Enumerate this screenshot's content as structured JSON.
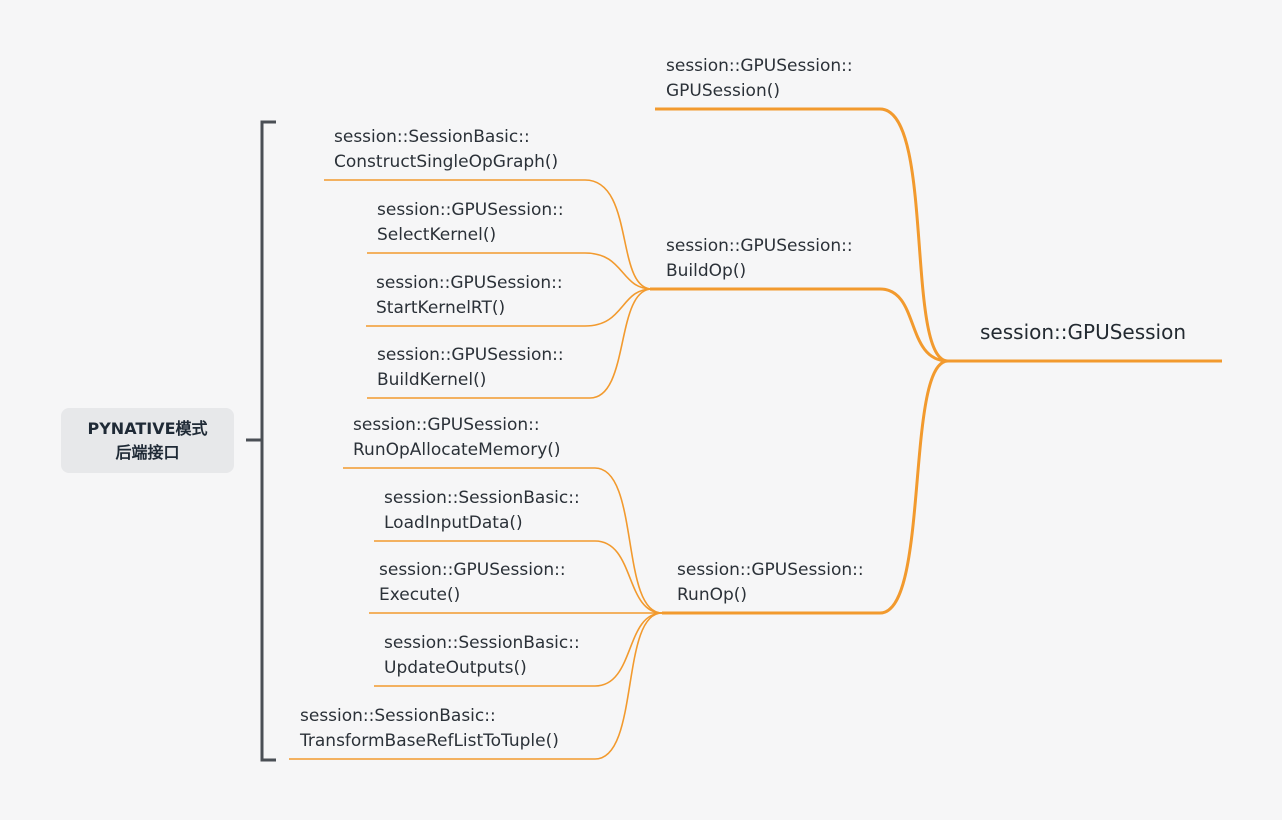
{
  "left_label": {
    "line1": "PYNATIVE模式",
    "line2": "后端接口"
  },
  "root": {
    "label": "session::GPUSession"
  },
  "mid_nodes": [
    {
      "line1": "session::GPUSession::",
      "line2": "GPUSession()"
    },
    {
      "line1": "session::GPUSession::",
      "line2": "BuildOp()"
    },
    {
      "line1": "session::GPUSession::",
      "line2": "RunOp()"
    }
  ],
  "buildop_children": [
    {
      "line1": "session::SessionBasic::",
      "line2": "ConstructSingleOpGraph()"
    },
    {
      "line1": "session::GPUSession::",
      "line2": "SelectKernel()"
    },
    {
      "line1": "session::GPUSession::",
      "line2": "StartKernelRT()"
    },
    {
      "line1": "session::GPUSession::",
      "line2": "BuildKernel()"
    }
  ],
  "runop_children": [
    {
      "line1": "session::GPUSession::",
      "line2": "RunOpAllocateMemory()"
    },
    {
      "line1": "session::SessionBasic::",
      "line2": "LoadInputData()"
    },
    {
      "line1": "session::GPUSession::",
      "line2": "Execute()"
    },
    {
      "line1": "session::SessionBasic::",
      "line2": "UpdateOutputs()"
    },
    {
      "line1": "session::SessionBasic::",
      "line2": "TransformBaseRefListToTuple()"
    }
  ],
  "colors": {
    "branch": "#f29a2e",
    "bracket": "#4a4f55",
    "background": "#f6f6f7"
  }
}
